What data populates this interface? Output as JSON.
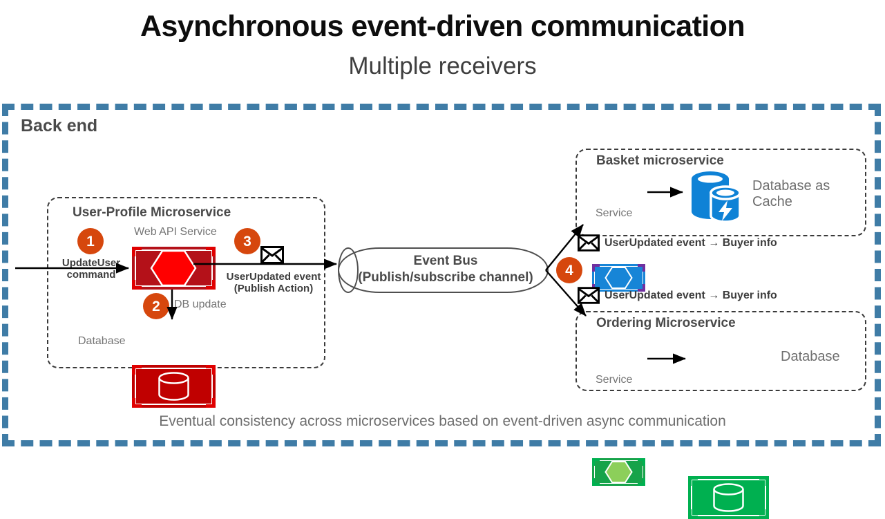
{
  "title": {
    "main": "Asynchronous event-driven communication",
    "sub": "Multiple receivers"
  },
  "backend": {
    "label": "Back end",
    "border_color": "#3f7ca6"
  },
  "user_profile": {
    "title": "User-Profile Microservice",
    "webapi_caption": "Web API Service",
    "database_caption": "Database",
    "step1": "1",
    "step1_label_line1": "UpdateUser",
    "step1_label_line2": "command",
    "step2": "2",
    "step2_label": "DB update",
    "step3": "3",
    "step3_label_line1": "UserUpdated event",
    "step3_label_line2": "(Publish Action)",
    "service_color": "#b41119",
    "hex_color": "#ff0000",
    "db_color": "#c00000"
  },
  "event_bus": {
    "line1": "Event Bus",
    "line2": "(Publish/subscribe channel)",
    "step4": "4"
  },
  "basket": {
    "title": "Basket microservice",
    "service_caption": "Service",
    "database_caption_line1": "Database as",
    "database_caption_line2": "Cache",
    "event_label": "UserUpdated event → Buyer info",
    "service_color": "#1785d7",
    "bracket_color": "#7030a0",
    "db_color": "#0f82d6"
  },
  "ordering": {
    "title": "Ordering Microservice",
    "service_caption": "Service",
    "database_caption": "Database",
    "event_label": "UserUpdated event → Buyer info",
    "service_color": "#16a34a",
    "hex_color": "#8ccf5a",
    "db_color": "#00b050"
  },
  "footer": {
    "caption": "Eventual consistency across microservices based on event-driven async communication"
  },
  "icons": {
    "envelope": "envelope-icon",
    "hexagon": "hexagon-icon",
    "cylinder": "database-cylinder-icon",
    "bolt": "lightning-bolt-icon"
  }
}
